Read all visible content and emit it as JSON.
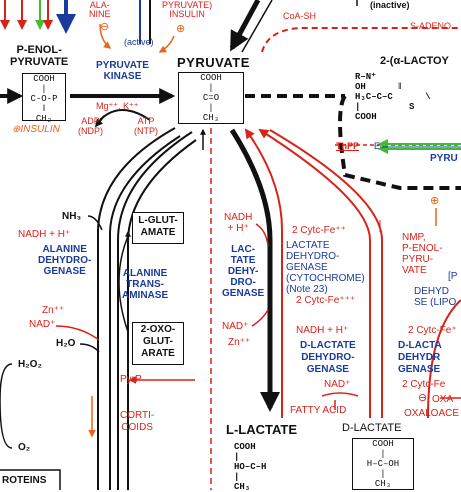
{
  "top": {
    "alanine": "ALA-\nNINE",
    "pyruvate_insulin": "PYRUVATE)\nINSULIN",
    "inactive": "(inactive)",
    "coa_sh": "CoA-SH",
    "s_adeno": "S-ADENO",
    "active": "(active)"
  },
  "minus_sign": "⊖",
  "plus_sign": "⊕",
  "p_enol": "P-ENOL-\nPYRUVATE",
  "penol_box": "COOH\n|\nC-O-P\n‖\nCH₂",
  "pyruvate_kinase": "PYRUVATE\nKINASE",
  "mg_k": "Mg⁺⁺, K⁺⁺",
  "adp": "ADP\n(NDP)",
  "atp": "ATP\n(NTP)",
  "insulin": "⊕INSULIN",
  "pyruvate_title": "PYRUVATE",
  "pyruvate_box": "COOH\n|\nC=O\n|\nCH₃",
  "alpha_lacto": "2-(α-LACTOY",
  "tpp_struct": "R–N⁺\nOH      ‖\nH₃C–C–C      \\\n|         S\nCOOH",
  "thpp": "ThPP",
  "pyru_cut": "PYRU",
  "e_label": "E",
  "left_mid": {
    "nh3": "NH₃",
    "nadh": "NADH + H⁺",
    "alanine_dh": "ALANINE\nDEHYDRO-\nGENASE",
    "zn": "Zn⁺⁺",
    "nad": "NAD⁺",
    "h2o": "H₂O",
    "h2o2": "H₂O₂",
    "o2": "O₂",
    "proteins": "ROTEINS"
  },
  "l_glutamate": "L-GLUT-\nAMATE",
  "alanine_trans": "ALANINE\nTRANS-\nAMINASE",
  "oxoglut": "2-OXO-\nGLUT-\nARATE",
  "pyrp": "PyrP",
  "corti": "CORTI-\nCOIDS",
  "ldh": {
    "nadh": "NADH\n+ H⁺",
    "name": "LAC-\nTATE\nDEHY-\nDRO-\nGENASE",
    "nad": "NAD⁺",
    "zn": "Zn⁺⁺"
  },
  "dldh_cyt": {
    "cytc2": "2 Cytc-Fe⁺⁺",
    "name": "LACTATE\nDEHYDRO-\nGENASE\n(CYTOCHROME)\n(Note 23)",
    "cytc3": "2 Cytc-Fe⁺⁺⁺"
  },
  "dldh": {
    "nadh": "NADH + H⁺",
    "name": "D-LACTATE\nDEHYDRO-\nGENASE",
    "nad": "NAD⁺",
    "fatty": "FATTY ACID"
  },
  "nmp": "NMP,\nP-ENOL-\nPYRU-\nVATE",
  "right_cut": {
    "p_open": "[P",
    "dehyd": "DEHYD\nSE (LIPO",
    "cytc2": "2 Cytc-Fe⁺",
    "dlact": "D-LACTA\nDEHYDR\nGENASE",
    "cytc2b": "2 Cytc-Fe",
    "oxa": "OXA",
    "oxaloace": "OXALOACE"
  },
  "l_lactate_title": "L-LACTATE",
  "l_lactate_box": "COOH\n|\nHO–C–H\n|\nCH₃",
  "d_lactate_title": "D-LACTATE",
  "d_lactate_box": "COOH\n|\nH–C–OH\n|\nCH₃",
  "colors": {
    "black": "#111111",
    "red": "#d8221a",
    "blue": "#1a3b9c",
    "orange": "#e8641a",
    "green": "#3fbf2f"
  }
}
